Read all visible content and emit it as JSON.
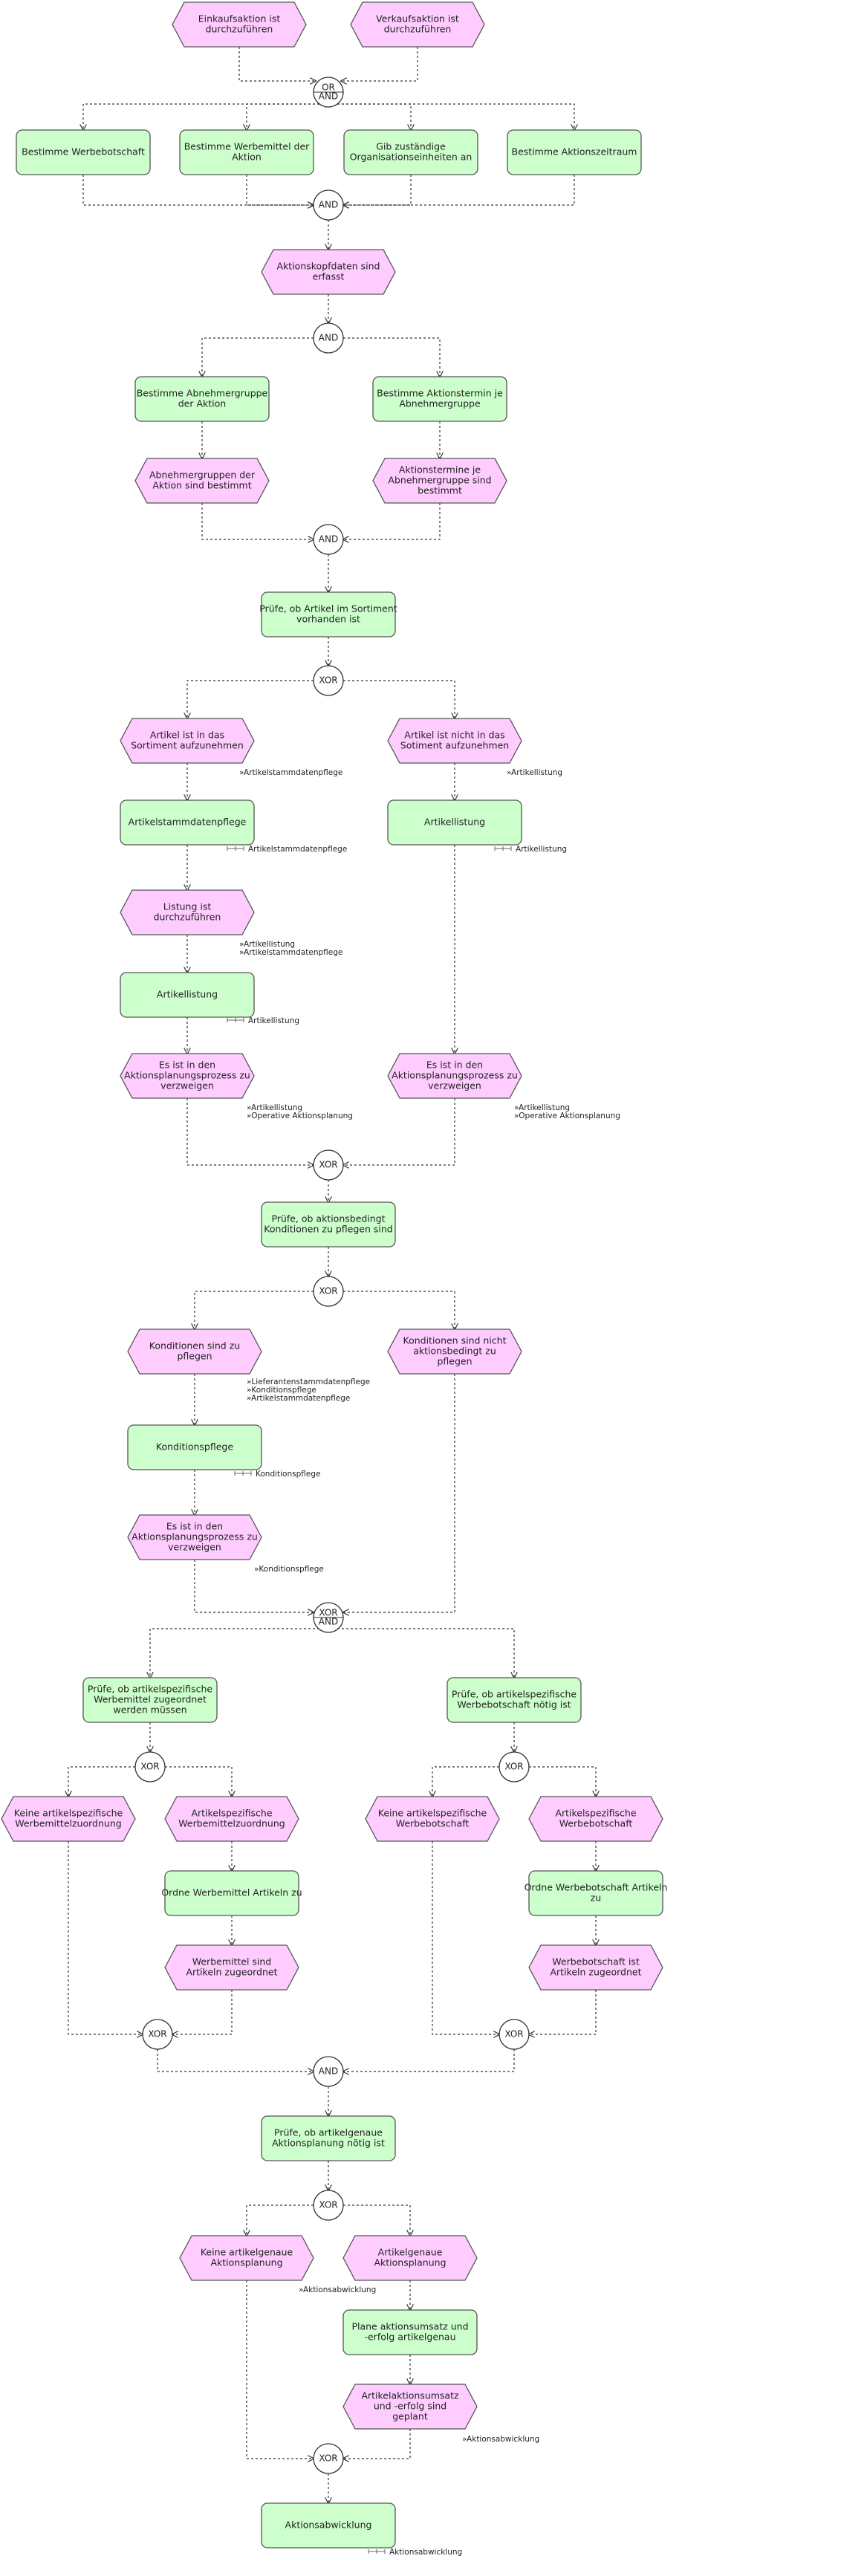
{
  "events": [
    {
      "id": "e_einkauf",
      "lines": [
        "Einkaufsaktion ist",
        "durchzuführen"
      ]
    },
    {
      "id": "e_verkauf",
      "lines": [
        "Verkaufsaktion ist",
        "durchzuführen"
      ]
    },
    {
      "id": "e_kopf",
      "lines": [
        "Aktionskopfdaten sind",
        "erfasst"
      ]
    },
    {
      "id": "e_abnehmer",
      "lines": [
        "Abnehmergruppen der",
        "Aktion sind bestimmt"
      ]
    },
    {
      "id": "e_termine",
      "lines": [
        "Aktionstermine je",
        "Abnehmergruppe sind",
        "bestimmt"
      ]
    },
    {
      "id": "e_art_auf",
      "lines": [
        "Artikel ist in das",
        "Sortiment aufzunehmen"
      ]
    },
    {
      "id": "e_art_nicht",
      "lines": [
        "Artikel ist nicht in das",
        "Sotiment aufzunehmen"
      ]
    },
    {
      "id": "e_listung",
      "lines": [
        "Listung ist",
        "durchzuführen"
      ]
    },
    {
      "id": "e_verzw1",
      "lines": [
        "Es ist in den",
        "Aktionsplanungsprozess zu",
        "verzweigen"
      ]
    },
    {
      "id": "e_verzw2",
      "lines": [
        "Es ist in den",
        "Aktionsplanungsprozess zu",
        "verzweigen"
      ]
    },
    {
      "id": "e_kond",
      "lines": [
        "Konditionen sind zu",
        "pflegen"
      ]
    },
    {
      "id": "e_kond_nicht",
      "lines": [
        "Konditionen sind nicht",
        "aktionsbedingt zu",
        "pflegen"
      ]
    },
    {
      "id": "e_verzw3",
      "lines": [
        "Es ist in den",
        "Aktionsplanungsprozess zu",
        "verzweigen"
      ]
    },
    {
      "id": "e_keine_wm",
      "lines": [
        "Keine artikelspezifische",
        "Werbemittelzuordnung"
      ]
    },
    {
      "id": "e_art_wm",
      "lines": [
        "Artikelspezifische",
        "Werbemittelzuordnung"
      ]
    },
    {
      "id": "e_keine_wb",
      "lines": [
        "Keine artikelspezifische",
        "Werbebotschaft"
      ]
    },
    {
      "id": "e_art_wb",
      "lines": [
        "Artikelspezifische",
        "Werbebotschaft"
      ]
    },
    {
      "id": "e_wm_zug",
      "lines": [
        "Werbemittel sind",
        "Artikeln zugeordnet"
      ]
    },
    {
      "id": "e_wb_zug",
      "lines": [
        "Werbebotschaft ist",
        "Artikeln zugeordnet"
      ]
    },
    {
      "id": "e_keine_ap",
      "lines": [
        "Keine artikelgenaue",
        "Aktionsplanung"
      ]
    },
    {
      "id": "e_ap",
      "lines": [
        "Artikelgenaue",
        "Aktionsplanung"
      ]
    },
    {
      "id": "e_umsatz",
      "lines": [
        "Artikelaktionsumsatz",
        "und -erfolg sind",
        "geplant"
      ]
    }
  ],
  "functions": [
    {
      "id": "f_werbebot",
      "lines": [
        "Bestimme Werbebotschaft"
      ]
    },
    {
      "id": "f_werbemit",
      "lines": [
        "Bestimme Werbemittel der",
        "Aktion"
      ]
    },
    {
      "id": "f_org",
      "lines": [
        "Gib zuständige",
        "Organisationseinheiten an"
      ]
    },
    {
      "id": "f_zeitraum",
      "lines": [
        "Bestimme Aktionszeitraum"
      ]
    },
    {
      "id": "f_abnehmer",
      "lines": [
        "Bestimme Abnehmergruppe",
        "der Aktion"
      ]
    },
    {
      "id": "f_termin",
      "lines": [
        "Bestimme Aktionstermin je",
        "Abnehmergruppe"
      ]
    },
    {
      "id": "f_pruef_sort",
      "lines": [
        "Prüfe, ob Artikel im Sortiment",
        "vorhanden ist"
      ]
    },
    {
      "id": "f_stamm",
      "lines": [
        "Artikelstammdatenpflege"
      ]
    },
    {
      "id": "f_listung_r",
      "lines": [
        "Artikellistung"
      ]
    },
    {
      "id": "f_listung_l",
      "lines": [
        "Artikellistung"
      ]
    },
    {
      "id": "f_pruef_kond",
      "lines": [
        "Prüfe, ob aktionsbedingt",
        "Konditionen zu pflegen sind"
      ]
    },
    {
      "id": "f_kondpflege",
      "lines": [
        "Konditionspflege"
      ]
    },
    {
      "id": "f_pruef_wm",
      "lines": [
        "Prüfe, ob artikelspezifische",
        "Werbemittel zugeordnet",
        "werden müssen"
      ]
    },
    {
      "id": "f_pruef_wb",
      "lines": [
        "Prüfe, ob artikelspezifische",
        "Werbebotschaft nötig ist"
      ]
    },
    {
      "id": "f_ordne_wm",
      "lines": [
        "Ordne Werbemittel Artikeln zu"
      ]
    },
    {
      "id": "f_ordne_wb",
      "lines": [
        "Ordne Werbebotschaft Artikeln",
        "zu"
      ]
    },
    {
      "id": "f_pruef_ap",
      "lines": [
        "Prüfe, ob artikelgenaue",
        "Aktionsplanung nötig ist"
      ]
    },
    {
      "id": "f_plane",
      "lines": [
        "Plane aktionsumsatz und",
        "-erfolg artikelgenau"
      ]
    },
    {
      "id": "f_abwicklung",
      "lines": [
        "Aktionsabwicklung"
      ]
    }
  ],
  "connectors": [
    {
      "id": "c1",
      "labels": [
        "OR",
        "AND"
      ]
    },
    {
      "id": "c2",
      "labels": [
        "AND"
      ]
    },
    {
      "id": "c3",
      "labels": [
        "AND"
      ]
    },
    {
      "id": "c4",
      "labels": [
        "AND"
      ]
    },
    {
      "id": "c5",
      "labels": [
        "XOR"
      ]
    },
    {
      "id": "c6",
      "labels": [
        "XOR"
      ]
    },
    {
      "id": "c7",
      "labels": [
        "XOR"
      ]
    },
    {
      "id": "c8",
      "labels": [
        "XOR",
        "AND"
      ]
    },
    {
      "id": "c9",
      "labels": [
        "XOR"
      ]
    },
    {
      "id": "c10",
      "labels": [
        "XOR"
      ]
    },
    {
      "id": "c11",
      "labels": [
        "XOR"
      ]
    },
    {
      "id": "c12",
      "labels": [
        "XOR"
      ]
    },
    {
      "id": "c13",
      "labels": [
        "AND"
      ]
    },
    {
      "id": "c14",
      "labels": [
        "XOR"
      ]
    },
    {
      "id": "c15",
      "labels": [
        "XOR"
      ]
    }
  ],
  "references": [
    {
      "id": "r1",
      "lines": [
        "»Artikelstammdatenpflege"
      ]
    },
    {
      "id": "r2",
      "lines": [
        "»Artikellistung"
      ]
    },
    {
      "id": "r3",
      "lines": [
        "»Artikellistung",
        "»Artikelstammdatenpflege"
      ]
    },
    {
      "id": "r4",
      "lines": [
        "»Artikellistung",
        "»Operative Aktionsplanung"
      ]
    },
    {
      "id": "r5",
      "lines": [
        "»Artikellistung",
        "»Operative Aktionsplanung"
      ]
    },
    {
      "id": "r6",
      "lines": [
        "»Lieferantenstammdatenpflege",
        "»Konditionspflege",
        "»Artikelstammdatenpflege"
      ]
    },
    {
      "id": "r7",
      "lines": [
        "»Konditionspflege"
      ]
    },
    {
      "id": "r8",
      "lines": [
        "»Aktionsabwicklung"
      ]
    },
    {
      "id": "r9",
      "lines": [
        "»Aktionsabwicklung"
      ]
    }
  ],
  "process_links": [
    {
      "id": "p1",
      "label": "Artikelstammdatenpflege"
    },
    {
      "id": "p2",
      "label": "Artikellistung"
    },
    {
      "id": "p3",
      "label": "Artikellistung"
    },
    {
      "id": "p4",
      "label": "Konditionspflege"
    },
    {
      "id": "p5",
      "label": "Aktionsabwicklung"
    }
  ]
}
